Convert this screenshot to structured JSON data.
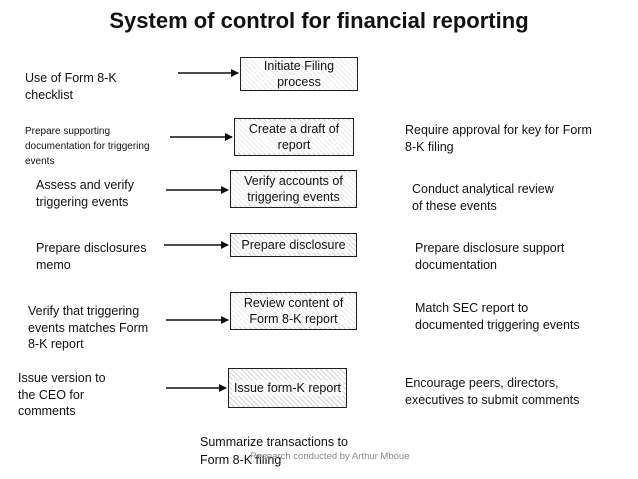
{
  "title": "System of control for financial reporting",
  "rows": [
    {
      "left": "Use of Form 8-K checklist",
      "box": "Initiate Filing process",
      "right": ""
    },
    {
      "left": "Prepare supporting documentation for triggering events",
      "box": "Create a draft of report",
      "right": "Require approval for key for Form 8-K filing"
    },
    {
      "left": "Assess and verify triggering events",
      "box": "Verify accounts of triggering events",
      "right": "Conduct analytical review of these events"
    },
    {
      "left": "Prepare disclosures memo",
      "box": "Prepare disclosure",
      "right": "Prepare disclosure support documentation"
    },
    {
      "left": "Verify that triggering events matches Form 8-K report",
      "box": "Review content of Form 8-K report",
      "right": "Match SEC report to documented triggering events"
    },
    {
      "left": "Issue version to the CEO for comments",
      "box": "Issue form-K report",
      "right": "Encourage peers, directors, executives to submit comments"
    }
  ],
  "footer": "Summarize transactions to Form 8-K filing",
  "credit": "Research conducted by Arthur Mboue"
}
